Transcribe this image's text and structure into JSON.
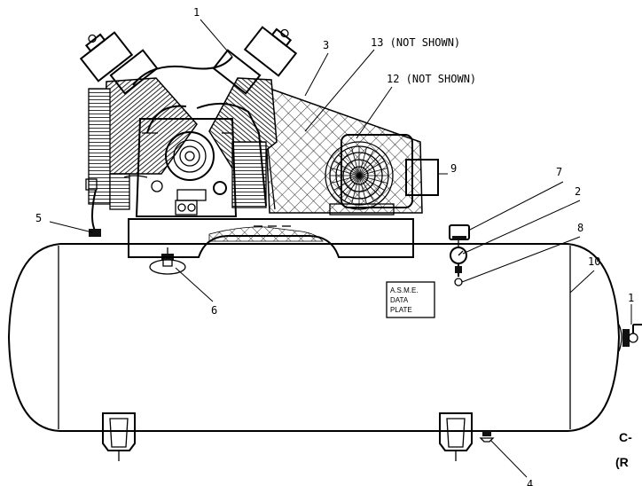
{
  "callouts": {
    "c1_top": "1",
    "c3": "3",
    "c13": "13 (NOT SHOWN)",
    "c12": "12 (NOT SHOWN)",
    "c9": "9",
    "c7": "7",
    "c2": "2",
    "c8": "8",
    "c10": "10",
    "c1_right": "1",
    "c5": "5",
    "c6": "6",
    "c4": "4"
  },
  "data_plate": {
    "line1": "A.S.M.E.",
    "line2": "DATA",
    "line3": "PLATE"
  },
  "corner_text": {
    "line1": "C-",
    "line2": "(R"
  }
}
